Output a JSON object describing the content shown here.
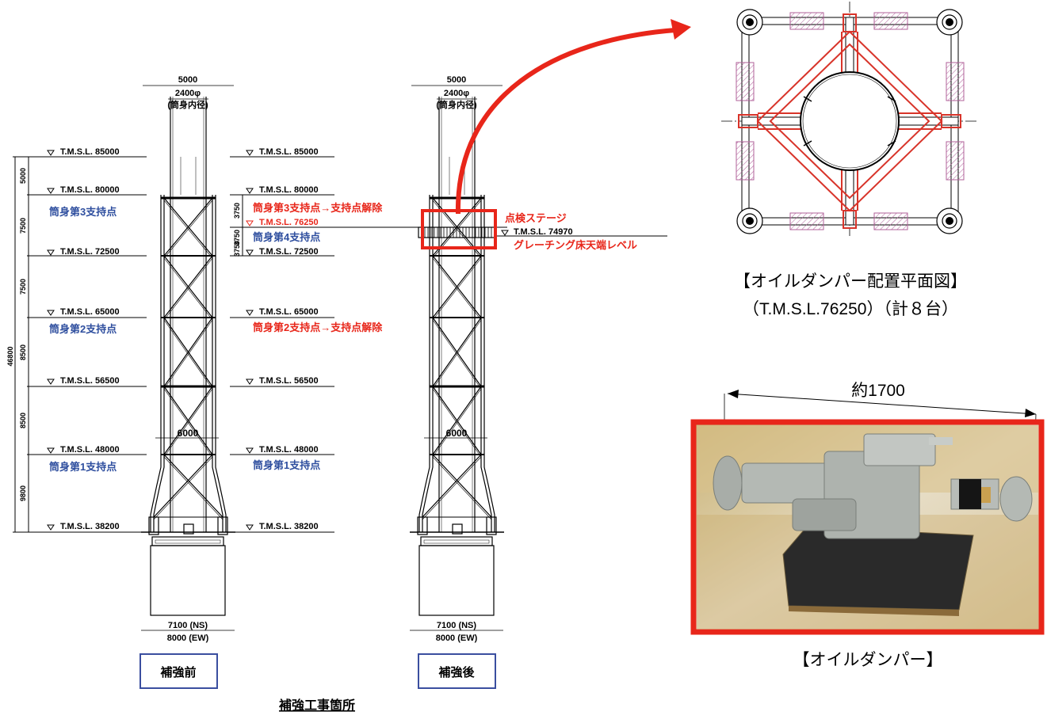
{
  "levels": {
    "l85000": "T.M.S.L.  85000",
    "l80000": "T.M.S.L.  80000",
    "l72500": "T.M.S.L.  72500",
    "l65000": "T.M.S.L.  65000",
    "l56500": "T.M.S.L.  56500",
    "l48000": "T.M.S.L.  48000",
    "l38200": "T.M.S.L.  38200",
    "l76250": "T.M.S.L.  76250",
    "l74970": "T.M.S.L.  74970"
  },
  "dims": {
    "total": "46800",
    "d5000": "5000",
    "d7500a": "7500",
    "d7500b": "7500",
    "d8500a": "8500",
    "d8500b": "8500",
    "d9800": "9800",
    "d3750a": "3750",
    "d3750b": "3750",
    "d3750c": "3750"
  },
  "tower_before": {
    "top_width": "5000",
    "diameter": "2400φ",
    "diameter_note": "(筒身内径)",
    "mid_width": "6000",
    "base_ns": "7100 (NS)",
    "base_ew": "8000 (EW)",
    "caption": "補強前",
    "support3": "筒身第3支持点",
    "support2": "筒身第2支持点",
    "support1": "筒身第1支持点"
  },
  "tower_after": {
    "top_width": "5000",
    "diameter": "2400φ",
    "diameter_note": "(筒身内径)",
    "mid_width": "6000",
    "base_ns": "7100 (NS)",
    "base_ew": "8000 (EW)",
    "caption": "補強後",
    "support3_release": "筒身第3支持点→支持点解除",
    "support4": "筒身第4支持点",
    "support2_release": "筒身第2支持点→支持点解除",
    "support1": "筒身第1支持点",
    "stage": "点検ステージ",
    "grating": "グレーチング床天端レベル"
  },
  "main_caption": "補強工事箇所",
  "plan": {
    "title": "【オイルダンパー配置平面図】",
    "subtitle": "（T.M.S.L.76250）（計８台）"
  },
  "photo": {
    "length": "約1700",
    "caption": "【オイルダンパー】"
  },
  "colors": {
    "blue_text": "#2f4f9f",
    "red_accent": "#e8261a",
    "damper_pink": "#d9a3c8"
  }
}
